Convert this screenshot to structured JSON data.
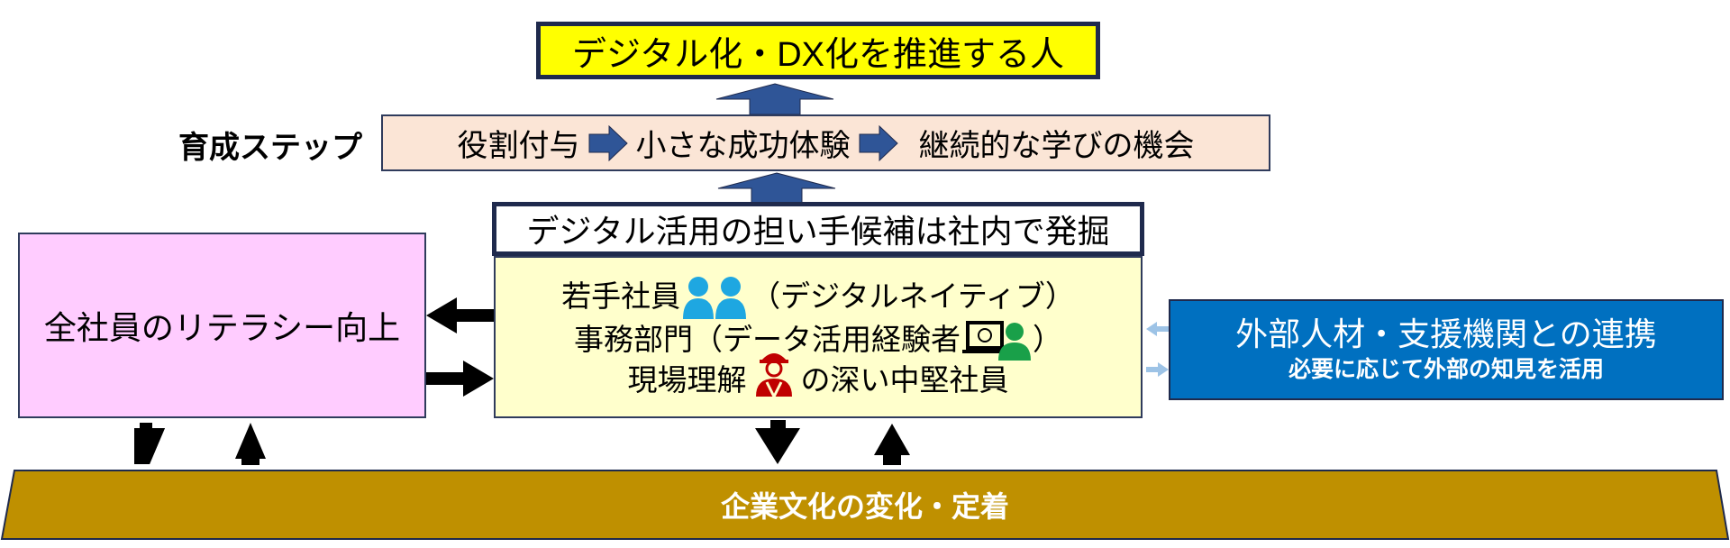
{
  "goal": {
    "label": "デジタル化・DX化を推進する人"
  },
  "training_steps": {
    "label": "育成ステップ",
    "steps": [
      "役割付与",
      "小さな成功体験",
      "継続的な学びの機会"
    ]
  },
  "candidates": {
    "header": "デジタル活用の担い手候補は社内で発掘",
    "line1_a": "若手社員",
    "line1_b": "（デジタルネイティブ）",
    "line2_a": "事務部門（データ活用経験者",
    "line2_b": "）",
    "line3_a": "現場理解",
    "line3_b": "の深い中堅社員"
  },
  "literacy": {
    "label": "全社員のリテラシー向上"
  },
  "external": {
    "title": "外部人材・支援機関との連携",
    "subtitle": "必要に応じて外部の知見を活用"
  },
  "culture": {
    "label": "企業文化の変化・定着"
  },
  "colors": {
    "goal_fill": "#ffff00",
    "steps_fill": "#fbe5d6",
    "step_arrow": "#2f5597",
    "candidate_fill": "#ffffcc",
    "literacy_fill": "#ffccff",
    "external_fill": "#0070c0",
    "culture_fill": "#bf9000",
    "border": "#1f2a4d"
  }
}
